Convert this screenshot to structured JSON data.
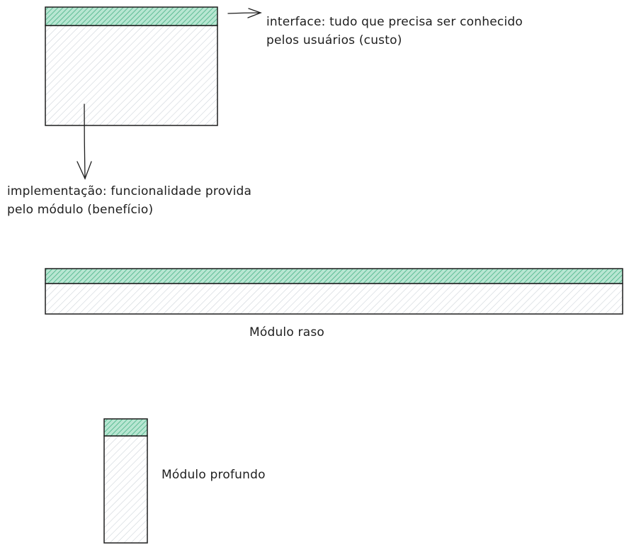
{
  "labels": {
    "interface_line1": "interface: tudo que precisa ser conhecido",
    "interface_line2": "pelos usuários (custo)",
    "implementation_line1": "implementação: funcionalidade provida",
    "implementation_line2": "pelo módulo (benefício)",
    "shallow_module": "Módulo raso",
    "deep_module": "Módulo profundo"
  },
  "colors": {
    "interface_fill": "#63c79f",
    "implementation_fill": "#e9ecef",
    "stroke": "#1e1e1e",
    "text": "#1e1e1e"
  }
}
